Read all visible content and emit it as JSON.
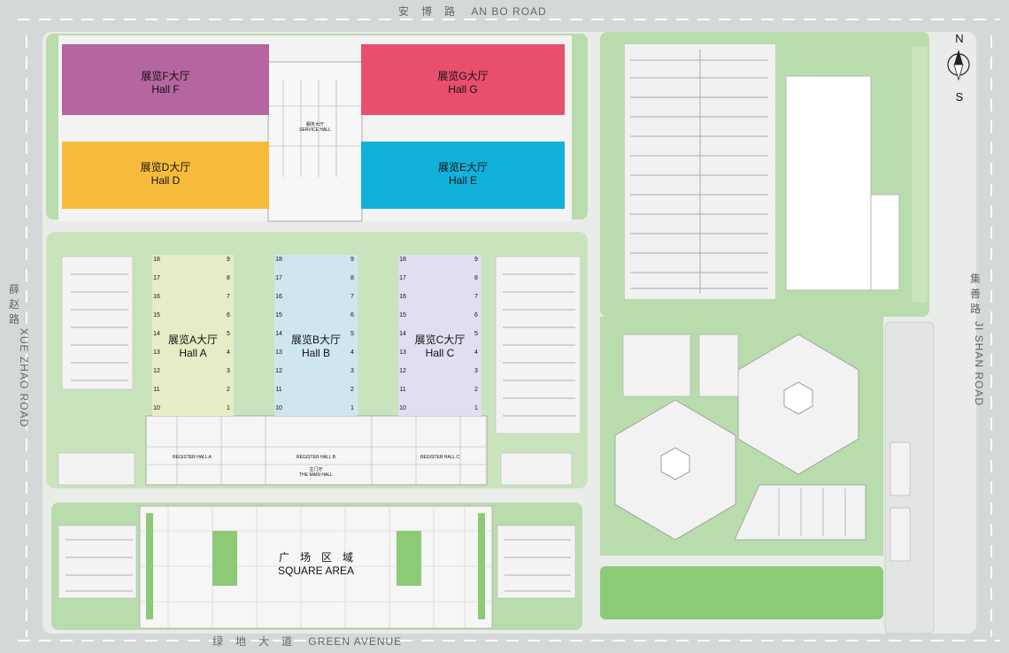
{
  "roads": {
    "north": {
      "cn": "安　博　路",
      "en": "AN BO ROAD"
    },
    "south": {
      "cn": "绿　地　大　道",
      "en": "GREEN AVENUE"
    },
    "west": {
      "cn": [
        "薛",
        "赵",
        "路"
      ],
      "en": "XUE ZHAO ROAD"
    },
    "east": {
      "cn": [
        "集",
        "善",
        "路"
      ],
      "en": "JI SHAN ROAD"
    }
  },
  "compass": {
    "north": "N",
    "south": "S"
  },
  "halls": [
    {
      "id": "F",
      "cn": "展览F大厅",
      "en": "Hall F",
      "color": "#b5659f"
    },
    {
      "id": "G",
      "cn": "展览G大厅",
      "en": "Hall G",
      "color": "#e94f6d"
    },
    {
      "id": "D",
      "cn": "展览D大厅",
      "en": "Hall D",
      "color": "#f7bb3b"
    },
    {
      "id": "E",
      "cn": "展览E大厅",
      "en": "Hall E",
      "color": "#11b1d9"
    },
    {
      "id": "A",
      "cn": "展览A大厅",
      "en": "Hall A",
      "color": "#e5edc6"
    },
    {
      "id": "B",
      "cn": "展览B大厅",
      "en": "Hall B",
      "color": "#cfe6f1"
    },
    {
      "id": "C",
      "cn": "展览C大厅",
      "en": "Hall C",
      "color": "#e1def1"
    }
  ],
  "service_hall": {
    "cn": "服务大厅",
    "en": "SERVICE HALL"
  },
  "square": {
    "cn": "广　场　区　域",
    "en": "SQUARE AREA"
  },
  "main_hall": {
    "cn": "主门厅",
    "en": "THE MAIN HALL"
  },
  "register_halls": [
    "REGISTER HALL A",
    "REGISTER HALL B",
    "REGISTER HALL C"
  ],
  "door_numbers": {
    "left": [
      "18",
      "17",
      "16",
      "15",
      "14",
      "13",
      "12",
      "11",
      "10"
    ],
    "right": [
      "9",
      "8",
      "7",
      "6",
      "5",
      "4",
      "3",
      "2",
      "1"
    ]
  },
  "colors": {
    "green": "#b9dcac",
    "green_dark": "#8cca75",
    "road": "#cfd2d3",
    "building": "#f4f5f4"
  }
}
